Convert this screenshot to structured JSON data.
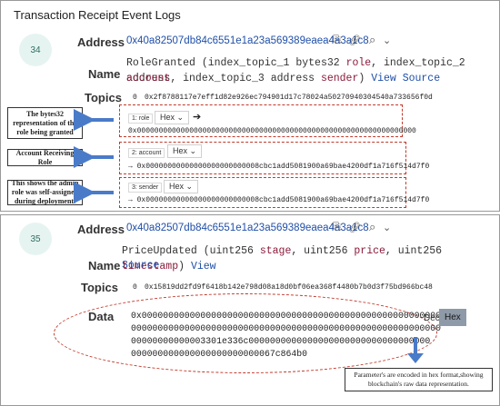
{
  "page_title": "Transaction Receipt Event Logs",
  "log1": {
    "index": "34",
    "address_label": "Address",
    "address": "0x40a82507db84c6551e1a23a569389eaea4a3a1c8",
    "name_label": "Name",
    "sig_line1": [
      {
        "t": "RoleGranted (index_topic_1 ",
        "c": "typ"
      },
      {
        "t": "bytes32 ",
        "c": "typ"
      },
      {
        "t": "role",
        "c": "kw"
      },
      {
        "t": ", index_topic_2 ",
        "c": "typ"
      },
      {
        "t": "address",
        "c": "typ"
      }
    ],
    "sig_line2": [
      {
        "t": "account",
        "c": "kw"
      },
      {
        "t": ", index_topic_3 ",
        "c": "typ"
      },
      {
        "t": "address ",
        "c": "typ"
      },
      {
        "t": "sender",
        "c": "kw"
      },
      {
        "t": ") ",
        "c": "typ"
      },
      {
        "t": "View Source",
        "c": "link"
      }
    ],
    "topics_label": "Topics",
    "topic0_index": "0",
    "topic0": "0x2f8788117e7eff1d82e926ec794901d17c78024a50270940304540a733656f0d",
    "topics": [
      {
        "tag": "1: role",
        "format": "Hex",
        "value": "0x0000000000000000000000000000000000000000000000000000000000000000"
      },
      {
        "tag": "2: account",
        "format": "Hex",
        "value": "→ 0x00000000000000000000000008cbc1add5081900a69bae4200df1a716f514d7f0"
      },
      {
        "tag": "3: sender",
        "format": "Hex",
        "value": "→ 0x00000000000000000000000008cbc1add5081900a69bae4200df1a716f514d7f0"
      }
    ],
    "notes": [
      "The bytes32 representation of the role being granted",
      "Account Receiving Role",
      "This shows the admin role was self-assigned during deployment."
    ]
  },
  "log2": {
    "index": "35",
    "address_label": "Address",
    "address": "0x40a82507db84c6551e1a23a569389eaea4a3a1c8",
    "name_label": "Name",
    "sig_line1": [
      {
        "t": "PriceUpdated (",
        "c": "typ"
      },
      {
        "t": "uint256 ",
        "c": "typ"
      },
      {
        "t": "stage",
        "c": "kw"
      },
      {
        "t": ", ",
        "c": "typ"
      },
      {
        "t": "uint256 ",
        "c": "typ"
      },
      {
        "t": "price",
        "c": "kw"
      },
      {
        "t": ", ",
        "c": "typ"
      },
      {
        "t": "uint256 ",
        "c": "typ"
      },
      {
        "t": "timestamp",
        "c": "kw"
      },
      {
        "t": ") ",
        "c": "typ"
      },
      {
        "t": "View",
        "c": "link"
      }
    ],
    "sig_line2": [
      {
        "t": "Source",
        "c": "link"
      }
    ],
    "topics_label": "Topics",
    "topic0_index": "0",
    "topic0": "0x15819dd2fd9f6418b142e798d08a18d0bf06ea368f4480b7b0d3f75bd966bc48",
    "data_label": "Data",
    "data_lines": [
      "0x00000000000000000000000000000000000000000000000000000000",
      "0000000000000000000000000000000000000000000000000000000000",
      "00000000000003301e336c0000000000000000000000000000000000",
      "000000000000000000000000067c864b0"
    ],
    "toggle_dec": "Dec",
    "toggle_hex": "Hex",
    "note": "Parameter's are encoded in hex format,showing blockchain's raw data representation."
  },
  "colors": {
    "accent": "#1f4fa8",
    "annotation": "#c0392b",
    "arrow": "#4a7bc8"
  }
}
